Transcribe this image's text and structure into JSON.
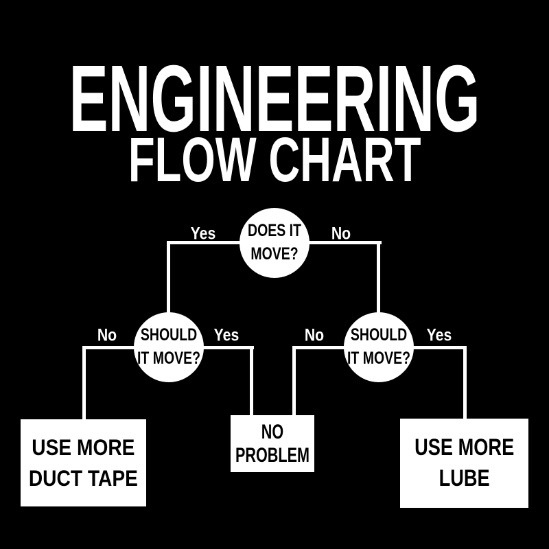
{
  "colors": {
    "background": "#000000",
    "ink": "#ffffff",
    "node_text": "#000000"
  },
  "title": {
    "line1": "ENGINEERING",
    "line2": "FLOW CHART"
  },
  "flowchart": {
    "root": {
      "line1": "DOES IT",
      "line2": "MOVE?"
    },
    "left_decision": {
      "line1": "SHOULD",
      "line2": "IT MOVE?"
    },
    "right_decision": {
      "line1": "SHOULD",
      "line2": "IT MOVE?"
    },
    "edge_labels": {
      "root_yes": "Yes",
      "root_no": "No",
      "left_no": "No",
      "left_yes": "Yes",
      "right_no": "No",
      "right_yes": "Yes"
    },
    "outcomes": {
      "duct_tape": {
        "line1": "USE MORE",
        "line2": "DUCT TAPE"
      },
      "no_problem": {
        "line1": "NO",
        "line2": "PROBLEM"
      },
      "lube": {
        "line1": "USE MORE",
        "line2": "LUBE"
      }
    }
  }
}
